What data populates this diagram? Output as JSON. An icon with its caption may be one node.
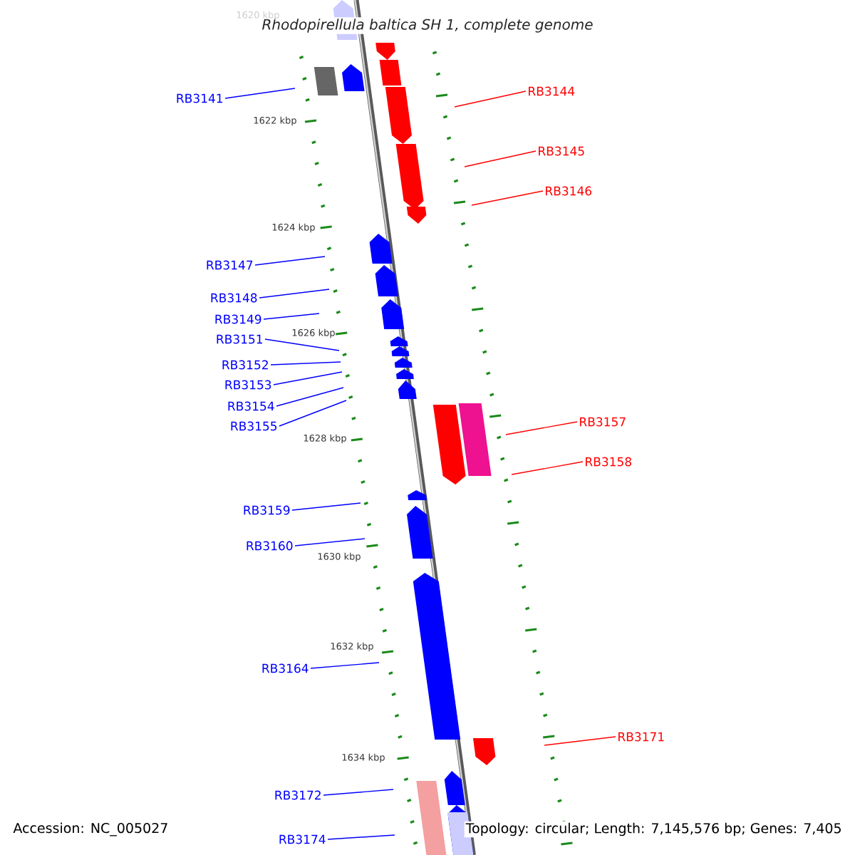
{
  "diagram": {
    "title": "Rhodopirellula baltica SH 1, complete genome",
    "nodes": [
      {
        "text": [
          "RB3144"
        ]
      },
      {
        "text": [
          "RB3141"
        ]
      },
      {
        "text": [
          "RB3145"
        ]
      },
      {
        "text": [
          "RB3146"
        ]
      },
      {
        "text": [
          "RB3147"
        ]
      },
      {
        "text": [
          "RB3148"
        ]
      },
      {
        "text": [
          "RB3149"
        ]
      },
      {
        "text": [
          "RB3151"
        ]
      },
      {
        "text": [
          "RB3152"
        ]
      },
      {
        "text": [
          "RB3153"
        ]
      },
      {
        "text": [
          "RB3154"
        ]
      },
      {
        "text": [
          "RB3155"
        ]
      },
      {
        "text": [
          "RB3157"
        ]
      },
      {
        "text": [
          "RB3158"
        ]
      },
      {
        "text": [
          "RB3159"
        ]
      },
      {
        "text": [
          "RB3160"
        ]
      },
      {
        "text": [
          "RB3164"
        ]
      },
      {
        "text": [
          "RB3171"
        ]
      },
      {
        "text": [
          "RB3172"
        ]
      },
      {
        "text": [
          "RB3174"
        ]
      }
    ],
    "edges": [
      {
        "from": 0,
        "to": null,
        "arrow": "none",
        "color": "#ff0000"
      },
      {
        "from": 1,
        "to": null,
        "arrow": "none"
      },
      {
        "from": 2,
        "to": null,
        "arrow": "none",
        "color": "#ff0000"
      },
      {
        "from": 3,
        "to": null,
        "arrow": "none",
        "color": "#ff0000"
      },
      {
        "from": 4,
        "to": null,
        "arrow": "none"
      },
      {
        "from": 5,
        "to": null,
        "arrow": "none"
      },
      {
        "from": 6,
        "to": null,
        "arrow": "none"
      },
      {
        "from": 7,
        "to": null,
        "arrow": "none"
      },
      {
        "from": 8,
        "to": null,
        "arrow": "none"
      },
      {
        "from": 9,
        "to": null,
        "arrow": "none"
      },
      {
        "from": 10,
        "to": null,
        "arrow": "none"
      },
      {
        "from": 11,
        "to": null,
        "arrow": "none"
      },
      {
        "from": 12,
        "to": null,
        "arrow": "none",
        "color": "#ff0000"
      },
      {
        "from": 13,
        "to": null,
        "arrow": "none",
        "color": "#ff0000"
      },
      {
        "from": 14,
        "to": null,
        "arrow": "none"
      },
      {
        "from": 15,
        "to": null,
        "arrow": "none"
      },
      {
        "from": 16,
        "to": null,
        "arrow": "none"
      },
      {
        "from": 17,
        "to": null,
        "arrow": "none",
        "color": "#ff0000"
      },
      {
        "from": 18,
        "to": null,
        "arrow": "none"
      },
      {
        "from": 19,
        "to": null,
        "arrow": "none"
      }
    ],
    "labels": [
      "1620 kbp",
      "1622 kbp",
      "1624 kbp",
      "1626 kbp",
      "1628 kbp",
      "1630 kbp",
      "1632 kbp",
      "1634 kbp",
      "Accession: NC_005027",
      "Topology: circular; Length: 7,145,576 bp; Genes: 7,405"
    ]
  }
}
